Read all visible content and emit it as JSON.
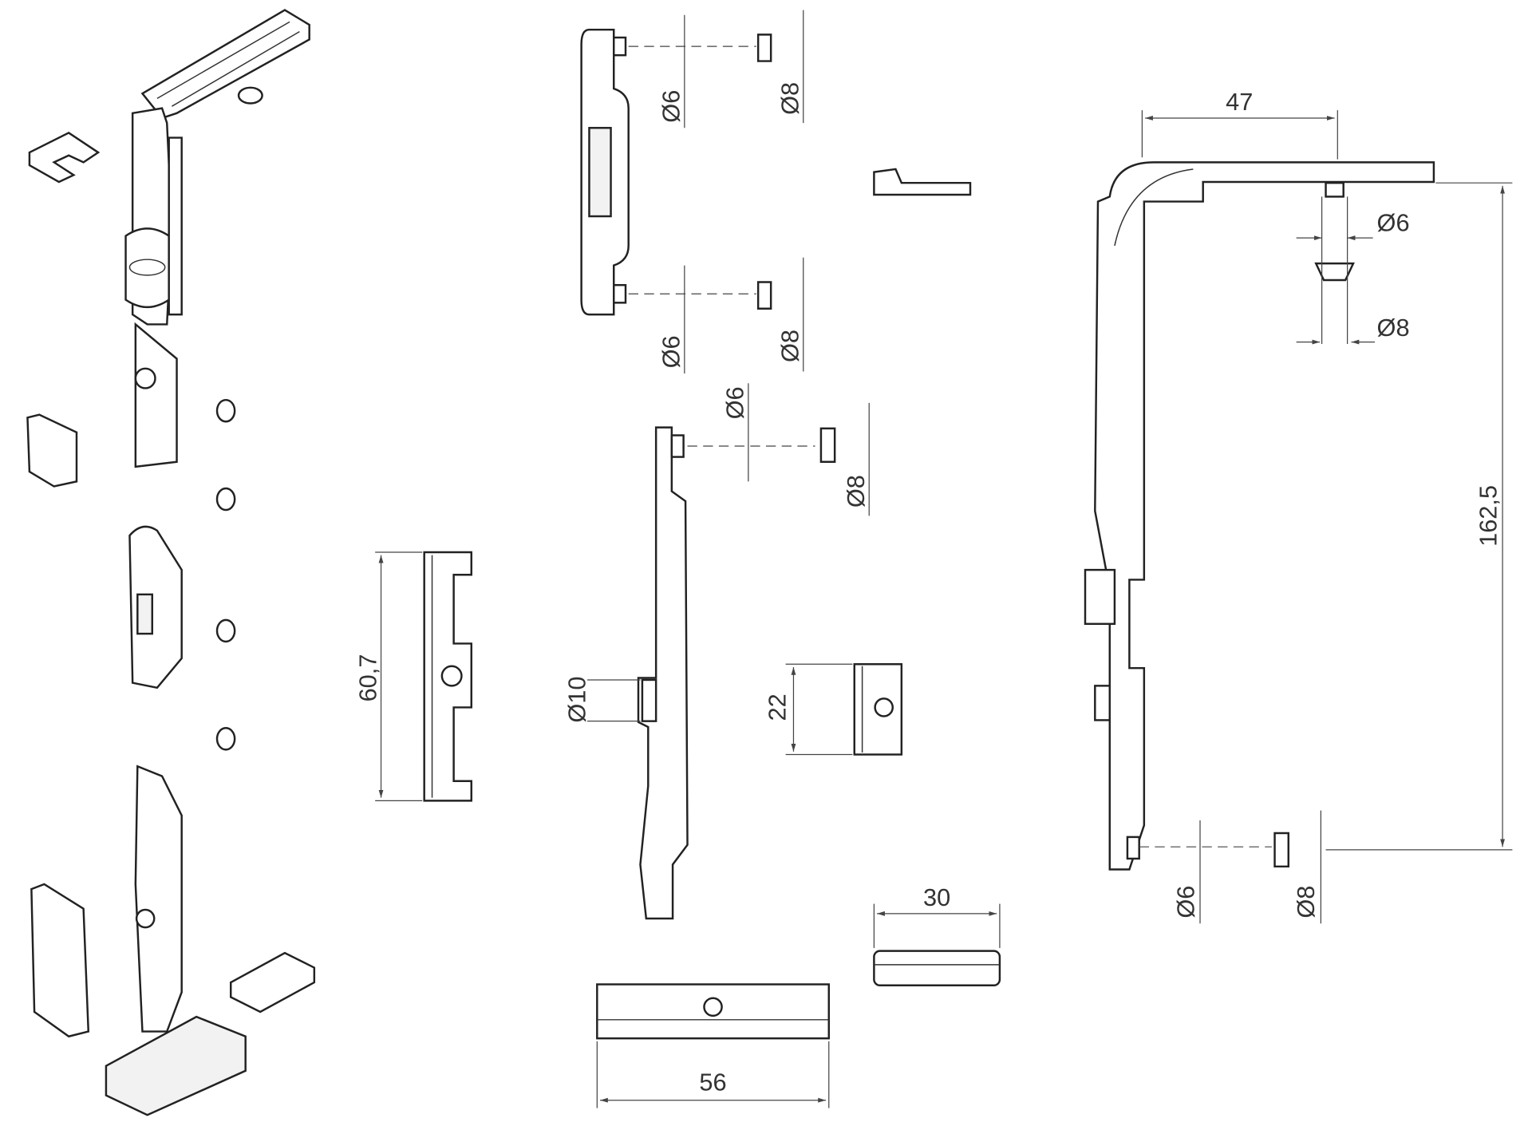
{
  "dimensions": {
    "d6_top": "Ø6",
    "d8_top": "Ø8",
    "d6_mid": "Ø6",
    "d8_mid": "Ø8",
    "d6_arm": "Ø6",
    "d8_arm": "Ø8",
    "width_47": "47",
    "height_162_5": "162,5",
    "d6_right_top": "Ø6",
    "d8_right_top": "Ø8",
    "d6_right_bottom": "Ø6",
    "d8_right_bottom": "Ø8",
    "height_60_7": "60,7",
    "d10": "Ø10",
    "height_22": "22",
    "width_30": "30",
    "width_56": "56"
  }
}
